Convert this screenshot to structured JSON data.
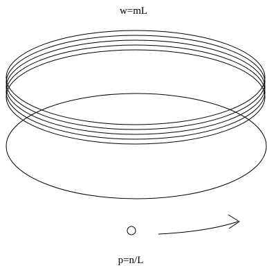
{
  "labels": {
    "top": "w=mL",
    "bottom": "p=n/L"
  },
  "colors": {
    "stroke": "#000000",
    "background": "#ffffff"
  },
  "rings": {
    "count": 6
  }
}
